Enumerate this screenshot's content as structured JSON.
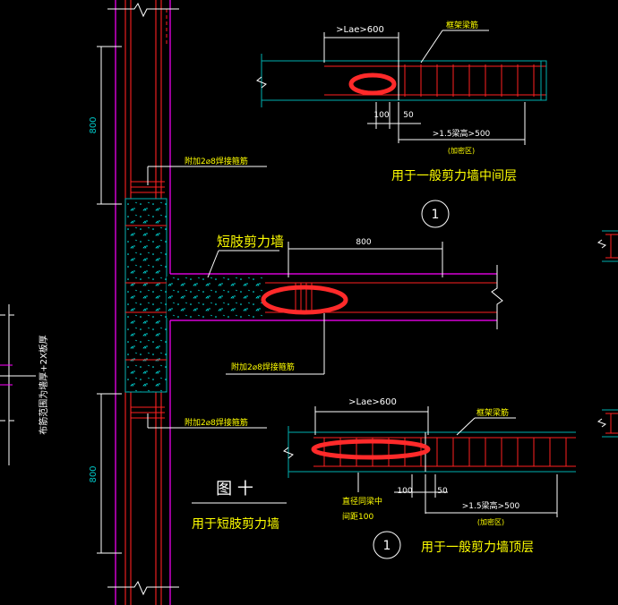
{
  "colors": {
    "background": "#000000",
    "wall_edge": "#ff00ff",
    "rebar": "#ff2020",
    "dimension": "#ffffff",
    "label": "#ffff00",
    "concrete_hatch": "#00ffff",
    "beam_outline": "#00b0b0",
    "highlight": "#ff2a2a"
  },
  "top_detail": {
    "dim_anchor": ">Lae>600",
    "leader_label": "框架梁筋",
    "dim_100": "100",
    "dim_50": "50",
    "dim_dense": ">1.5梁高>500",
    "dense_zone": "(加密区)",
    "caption": "用于一般剪力墙中间层",
    "circle_number": "1"
  },
  "middle_detail": {
    "wall_label": "短肢剪力墙",
    "dim_800": "800",
    "leader_added_bars": "附加2⌀8焊接箍筋"
  },
  "bottom_detail": {
    "dim_anchor": ">Lae>600",
    "leader_label": "框架梁筋",
    "note_line1": "直径同梁中",
    "note_line2": "间距100",
    "dim_100": "100",
    "dim_50": "50",
    "dim_dense": ">1.5梁高>500",
    "dense_zone": "(加密区)",
    "circle_number": "1",
    "caption": "用于一般剪力墙顶层"
  },
  "column": {
    "dim_upper": "800",
    "dim_lower": "800",
    "leader_upper": "附加2⌀8焊接箍筋",
    "leader_lower": "附加2⌀8焊接箍筋"
  },
  "figure": {
    "title": "图 十",
    "caption": "用于短肢剪力墙"
  },
  "side_note": "布筋范围为墙厚+2X板厚"
}
